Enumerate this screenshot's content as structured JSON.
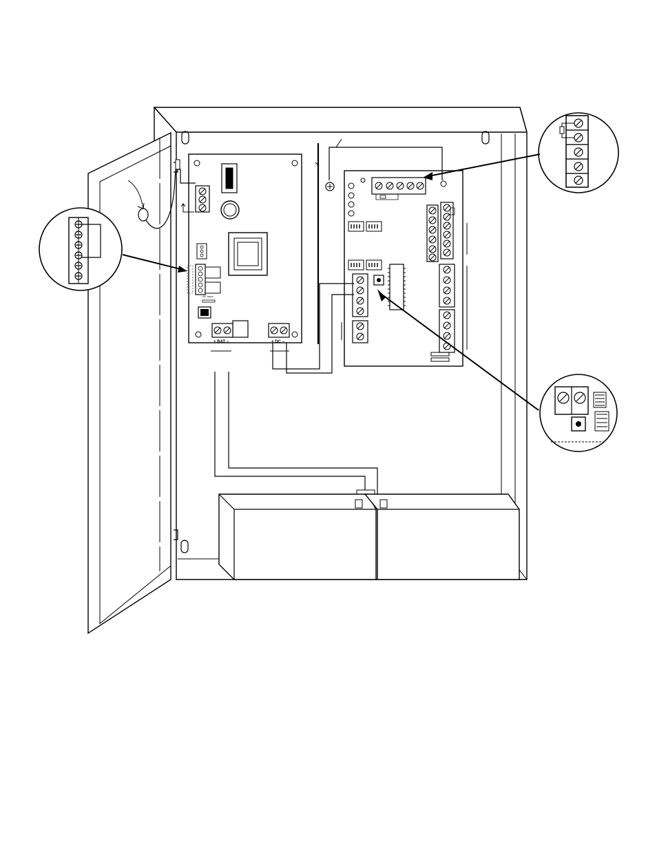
{
  "psu": {
    "bat_label": "+ BAT −",
    "dc_label": "+ DC −",
    "ac_label": "AC Input"
  },
  "colors": {
    "line": "#000000",
    "fill": "#ffffff"
  }
}
